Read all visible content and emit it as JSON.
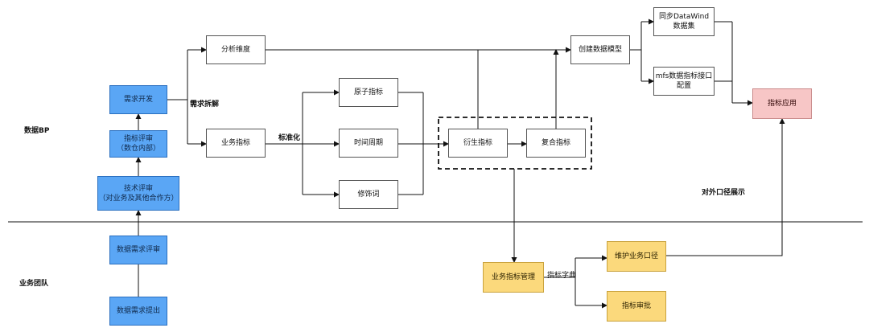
{
  "lanes": {
    "top": "数据BP",
    "bottom": "业务团队"
  },
  "nodes": {
    "xuqiu_kaifa": "需求开发",
    "zhibiao_pingshen": "指标评审\n（数仓内部）",
    "jishu_pingshen": "技术评审\n（对业务及其他合作方）",
    "shuju_xuqiu_pingshen": "数据需求评审",
    "shuju_xuqiu_tichu": "数据需求提出",
    "fenxi_weidu": "分析维度",
    "yewu_zhibiao": "业务指标",
    "yuanzi_zhibiao": "原子指标",
    "shijian_zhouqi": "时间周期",
    "xiushici": "修饰词",
    "yansheng_zhibiao": "衍生指标",
    "fuhe_zhibiao": "复合指标",
    "chuangjian_moxing": "创建数据模型",
    "tongbu_datawind": "同步DataWind\n数据集",
    "mfs_peizhi": "mfs数据指标接口\n配置",
    "zhibiao_yingyong": "指标应用",
    "yewu_zhibiao_guanli": "业务指标管理",
    "weihu_koujing": "维护业务口径",
    "zhibiao_shenpi": "指标审批"
  },
  "labels": {
    "xuqiu_chaijie": "需求拆解",
    "biaozhunhua": "标准化",
    "duiwai_zhanshi": "对外口径展示",
    "zhibiao_zidian": "指标字典"
  },
  "colors": {
    "blue": "#5aa6f5",
    "yellow": "#fbd97c",
    "red": "#f7c6c6",
    "line": "#111111"
  }
}
